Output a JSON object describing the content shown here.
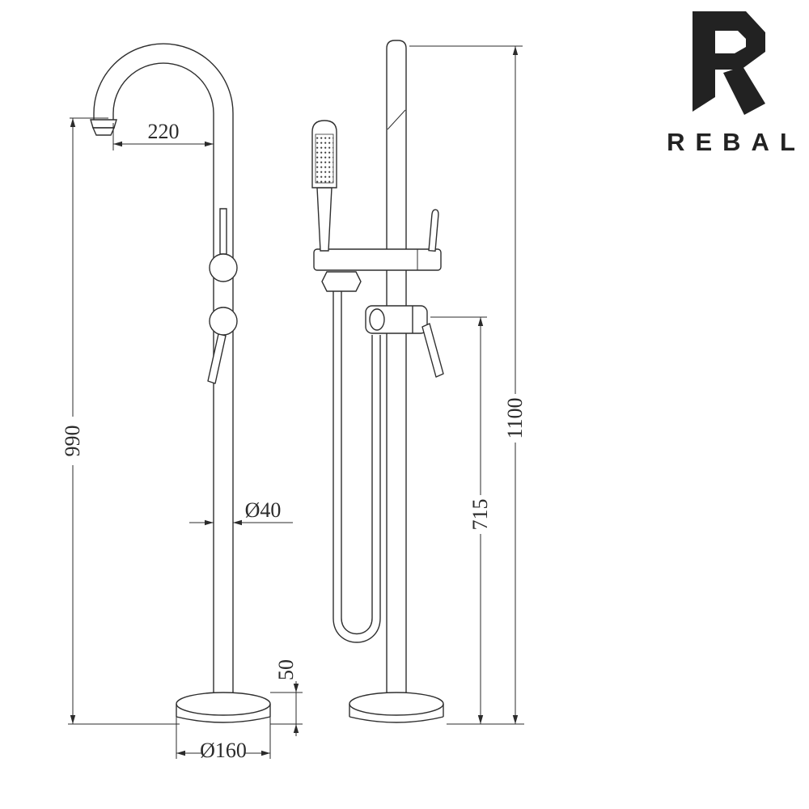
{
  "logo": {
    "brand": "REBAL"
  },
  "drawing": {
    "dimensions": {
      "spout_reach": "220",
      "spout_height": "990",
      "pipe_diameter": "Ø40",
      "base_diameter": "Ø160",
      "base_thickness": "50",
      "total_height": "1100",
      "handle_height": "715"
    }
  }
}
